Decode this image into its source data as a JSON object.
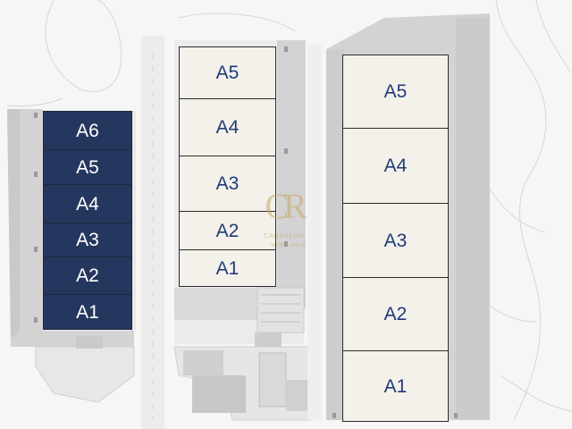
{
  "map": {
    "colors": {
      "navy_unit": "#26375f",
      "beige_unit": "#f3f1e9",
      "pavement": "#d3d3d3",
      "label_blue": "#1f3b78",
      "watermark_gold": "#c8a867"
    },
    "left_building": {
      "units": [
        {
          "label": "A6"
        },
        {
          "label": "A5"
        },
        {
          "label": "A4"
        },
        {
          "label": "A3"
        },
        {
          "label": "A2"
        },
        {
          "label": "A1"
        }
      ]
    },
    "middle_building": {
      "units": [
        {
          "label": "A5"
        },
        {
          "label": "A4"
        },
        {
          "label": "A3"
        },
        {
          "label": "A2"
        },
        {
          "label": "A1"
        }
      ]
    },
    "right_building": {
      "units": [
        {
          "label": "A5"
        },
        {
          "label": "A4"
        },
        {
          "label": "A3"
        },
        {
          "label": "A2"
        },
        {
          "label": "A1"
        }
      ]
    },
    "watermark": {
      "letters": "CR",
      "name": "CARVALHO",
      "sub": "IMOBILIÁRIA"
    }
  }
}
